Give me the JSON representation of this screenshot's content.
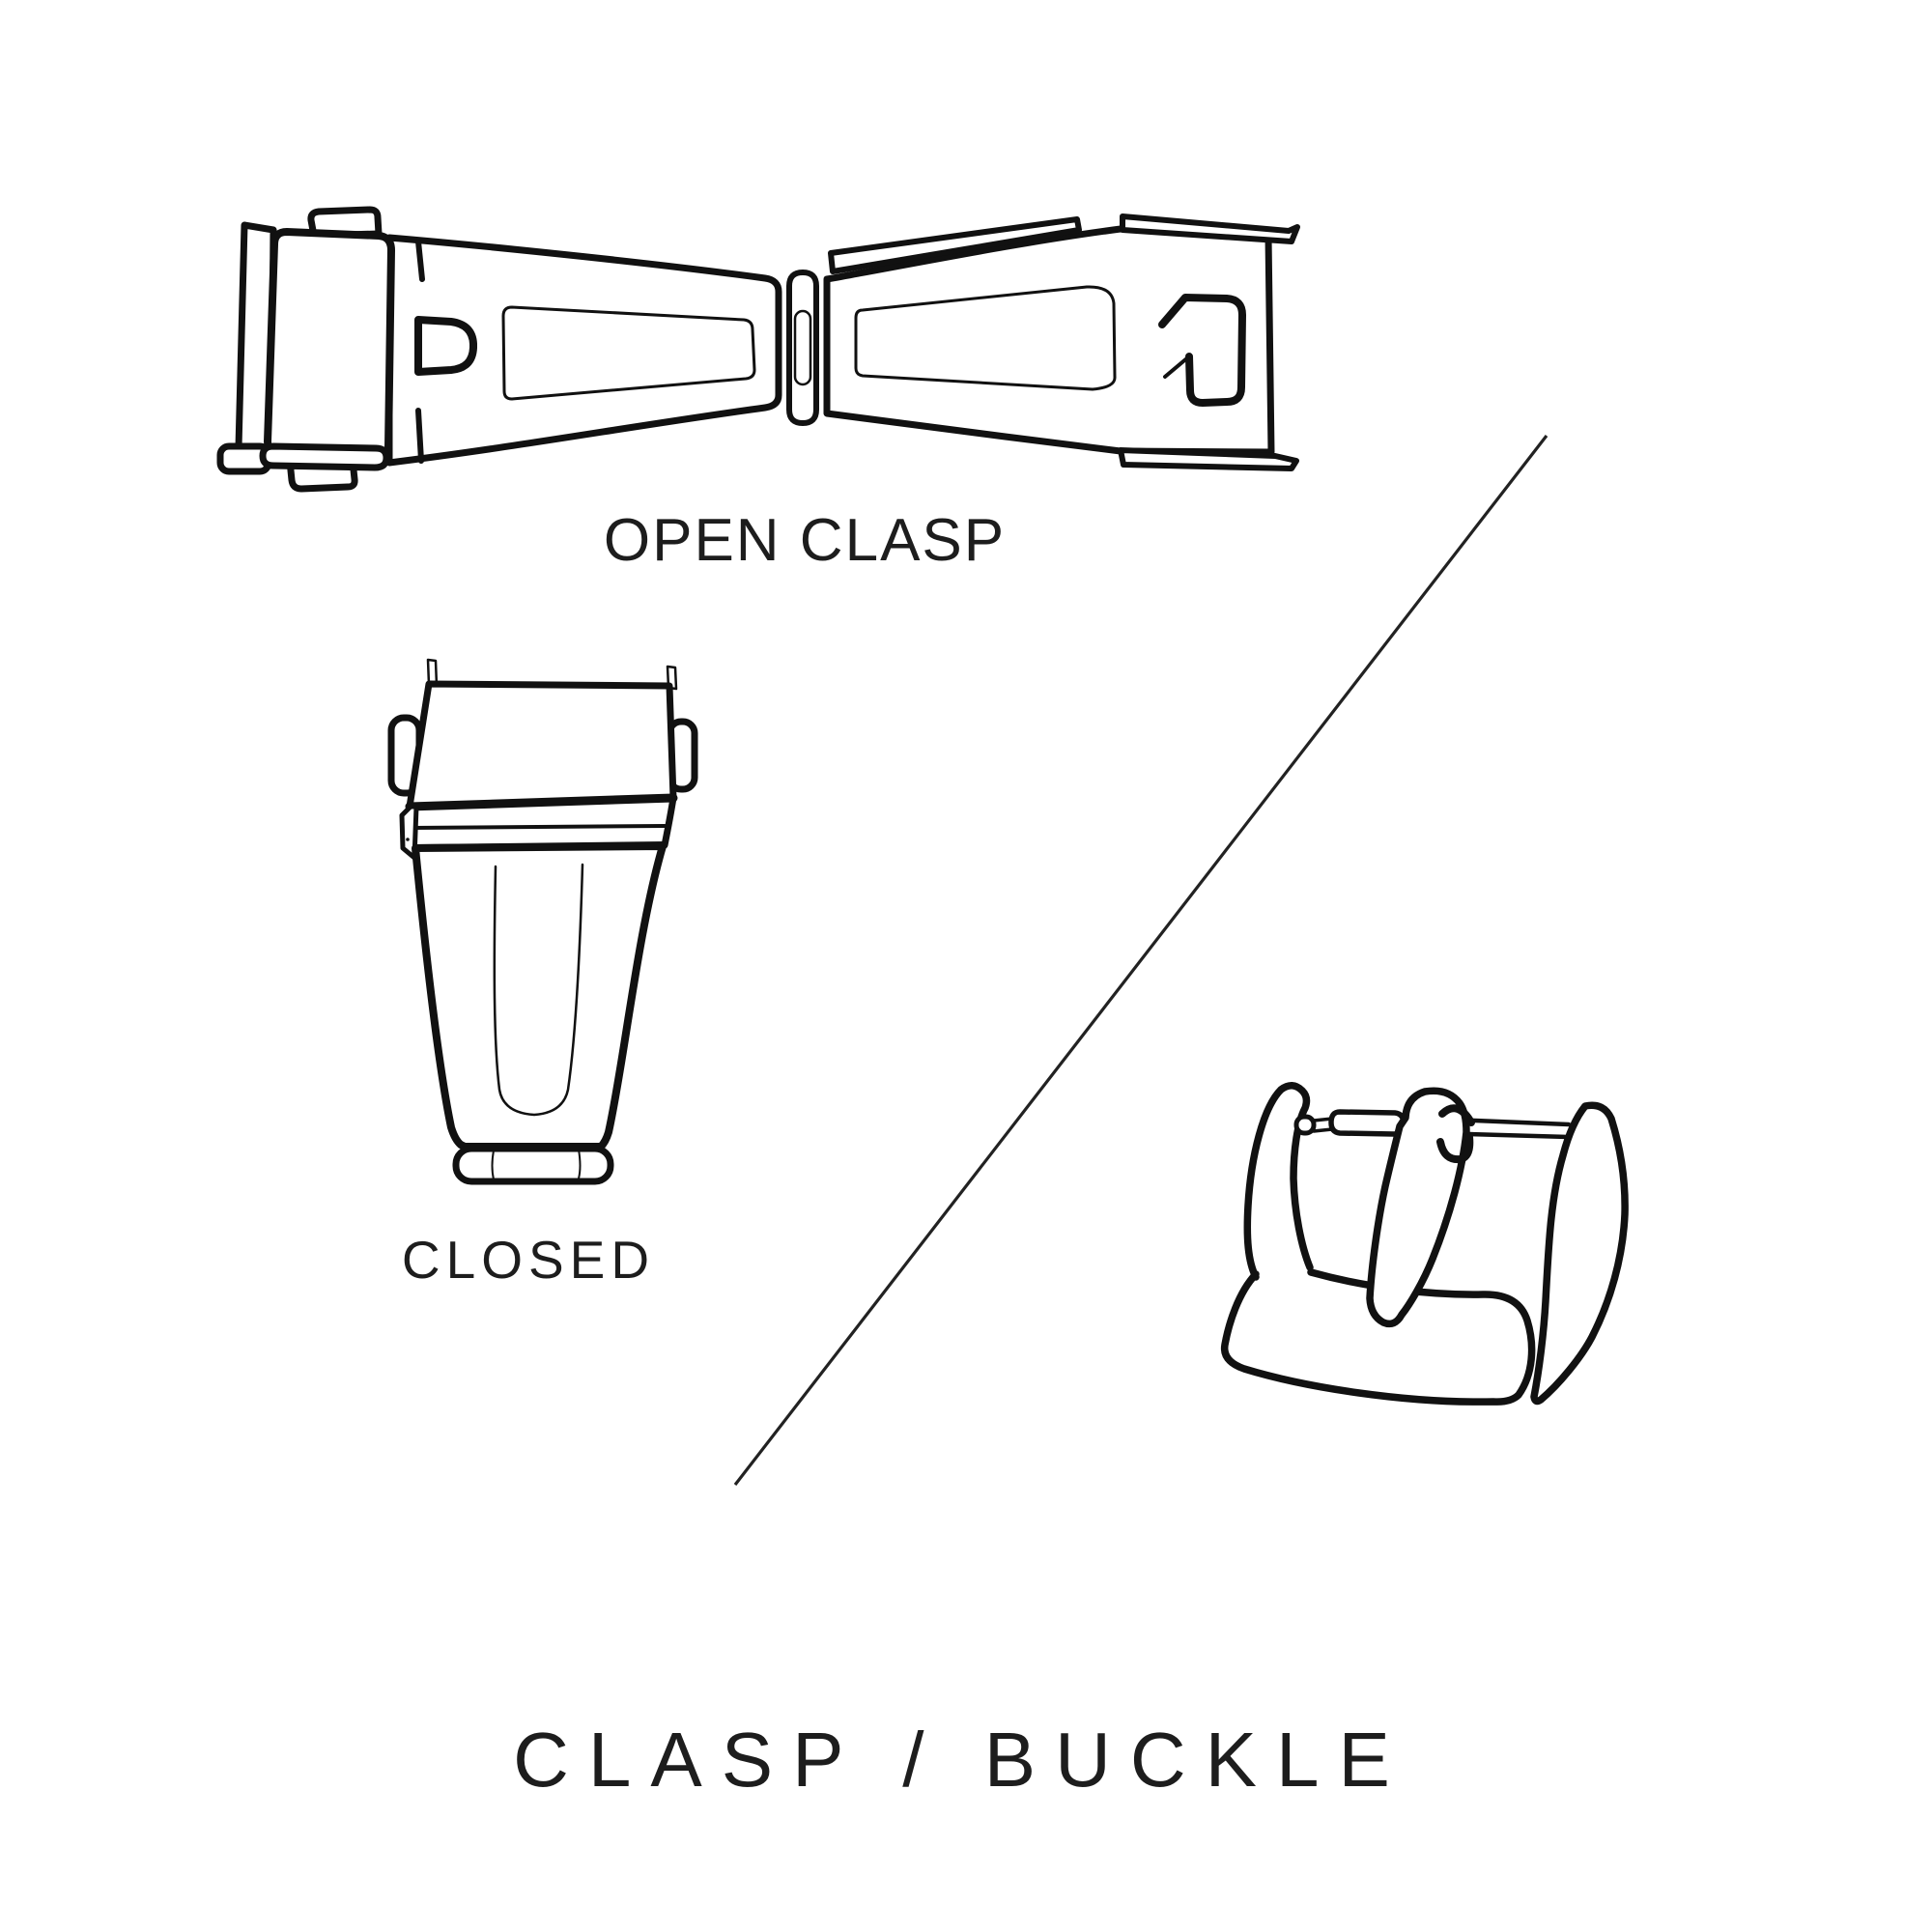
{
  "page": {
    "background": "#ffffff",
    "ink": "#111111",
    "text_color": "#1d1d1d"
  },
  "figures": {
    "open_clasp": {
      "label": "OPEN CLASP"
    },
    "closed_clasp": {
      "label": "CLOSED"
    },
    "buckle": {
      "label": ""
    }
  },
  "title": {
    "text": "CLASP / BUCKLE"
  },
  "divider": {
    "kind": "diagonal-line"
  }
}
